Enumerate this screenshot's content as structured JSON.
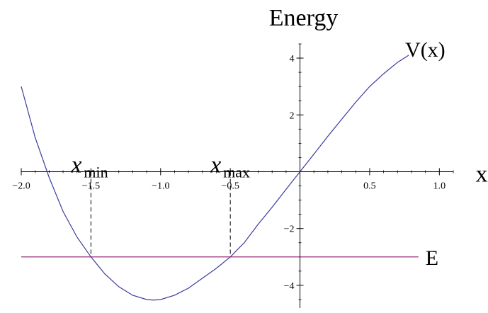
{
  "chart_data": {
    "type": "line",
    "title": "",
    "xlabel": "x",
    "ylabel": "Energy",
    "xlim": [
      -2.0,
      1.1
    ],
    "ylim": [
      -4.8,
      4.5
    ],
    "x_ticks": [
      {
        "value": -2.0,
        "label": "−2.0"
      },
      {
        "value": -1.5,
        "label": "−1.5"
      },
      {
        "value": -1.0,
        "label": "−1.0"
      },
      {
        "value": -0.5,
        "label": "−0.5"
      },
      {
        "value": 0.5,
        "label": "0.5"
      },
      {
        "value": 1.0,
        "label": "1.0"
      }
    ],
    "y_ticks": [
      {
        "value": 4,
        "label": "4"
      },
      {
        "value": 2,
        "label": "2"
      },
      {
        "value": -2,
        "label": "−2"
      },
      {
        "value": -4,
        "label": "−4"
      }
    ],
    "series": [
      {
        "name": "V(x)",
        "color": "#3a3aa0",
        "x": [
          -2.0,
          -1.9,
          -1.8,
          -1.7,
          -1.6,
          -1.5,
          -1.4,
          -1.3,
          -1.2,
          -1.1,
          -1.05,
          -1.0,
          -0.9,
          -0.8,
          -0.7,
          -0.6,
          -0.5,
          -0.4,
          -0.3,
          -0.2,
          -0.1,
          0.0,
          0.1,
          0.2,
          0.3,
          0.4,
          0.5,
          0.6,
          0.7,
          0.78
        ],
        "y": [
          3.0,
          1.2,
          -0.2,
          -1.4,
          -2.3,
          -3.0,
          -3.6,
          -4.05,
          -4.35,
          -4.5,
          -4.52,
          -4.5,
          -4.35,
          -4.1,
          -3.75,
          -3.4,
          -3.0,
          -2.5,
          -1.85,
          -1.25,
          -0.62,
          0.0,
          0.62,
          1.25,
          1.85,
          2.45,
          3.0,
          3.45,
          3.85,
          4.1
        ]
      },
      {
        "name": "E",
        "color": "#8b1a6b",
        "x": [
          -2.0,
          0.85
        ],
        "y": [
          -3.0,
          -3.0
        ]
      }
    ],
    "annotations": [
      {
        "main": "x",
        "sub": "min",
        "x": -1.5
      },
      {
        "main": "x",
        "sub": "max",
        "x": -0.5
      }
    ],
    "grid": false,
    "legend": "none"
  }
}
